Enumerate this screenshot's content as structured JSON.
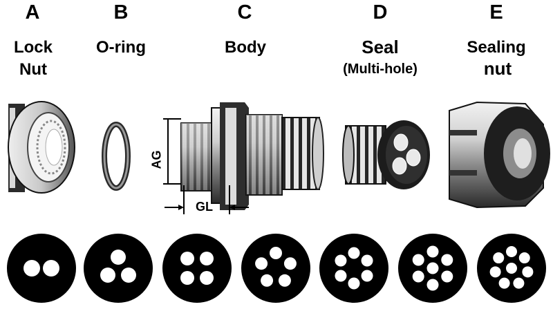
{
  "parts": [
    {
      "letter": "A",
      "lines": [
        "Lock",
        "Nut"
      ]
    },
    {
      "letter": "B",
      "lines": [
        "O-ring"
      ]
    },
    {
      "letter": "C",
      "lines": [
        "Body"
      ]
    },
    {
      "letter": "D",
      "lines": [
        "Seal",
        "(Multi-hole)"
      ]
    },
    {
      "letter": "E",
      "lines": [
        "Sealing",
        "nut"
      ]
    }
  ],
  "dimensions": {
    "ag": "AG",
    "gl": "GL"
  },
  "seal_options": [
    {
      "holes": 2
    },
    {
      "holes": 3
    },
    {
      "holes": 4
    },
    {
      "holes": 5
    },
    {
      "holes": 6
    },
    {
      "holes": 7
    },
    {
      "holes": 8
    }
  ],
  "colors": {
    "ink": "#000000",
    "metal_light": "#dcdcdc",
    "metal_dark": "#3a3a3a",
    "background": "#ffffff"
  }
}
